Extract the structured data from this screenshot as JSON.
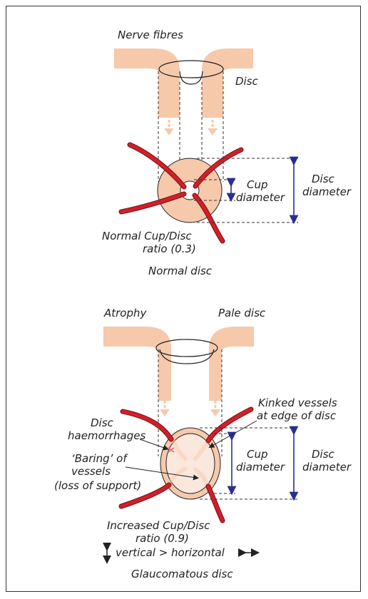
{
  "normal": {
    "nerve_fibres": "Nerve fibres",
    "disc": "Disc",
    "cup_diameter_line1": "Cup",
    "cup_diameter_line2": "diameter",
    "disc_diameter_line1": "Disc",
    "disc_diameter_line2": "diameter",
    "ratio_line1": "Normal Cup/Disc",
    "ratio_line2": "ratio (0.3)",
    "caption": "Normal disc"
  },
  "glaucoma": {
    "atrophy": "Atrophy",
    "pale_disc": "Pale disc",
    "kinked_line1": "Kinked vessels",
    "kinked_line2": "at edge of disc",
    "haem_line1": "Disc",
    "haem_line2": "haemorrhages",
    "baring_line1": "‘Baring’ of",
    "baring_line2": "vessels",
    "baring_line3": "(loss of support)",
    "cup_diameter_line1": "Cup",
    "cup_diameter_line2": "diameter",
    "disc_diameter_line1": "Disc",
    "disc_diameter_line2": "diameter",
    "ratio_line1": "Increased Cup/Disc",
    "ratio_line2": "ratio (0.9)",
    "vert_horiz": "vertical > horizontal",
    "caption": "Glaucomatous disc"
  },
  "colors": {
    "fibre": "#f6c9ab",
    "vessel": "#d0202a",
    "dimension": "#2a2f8f"
  }
}
